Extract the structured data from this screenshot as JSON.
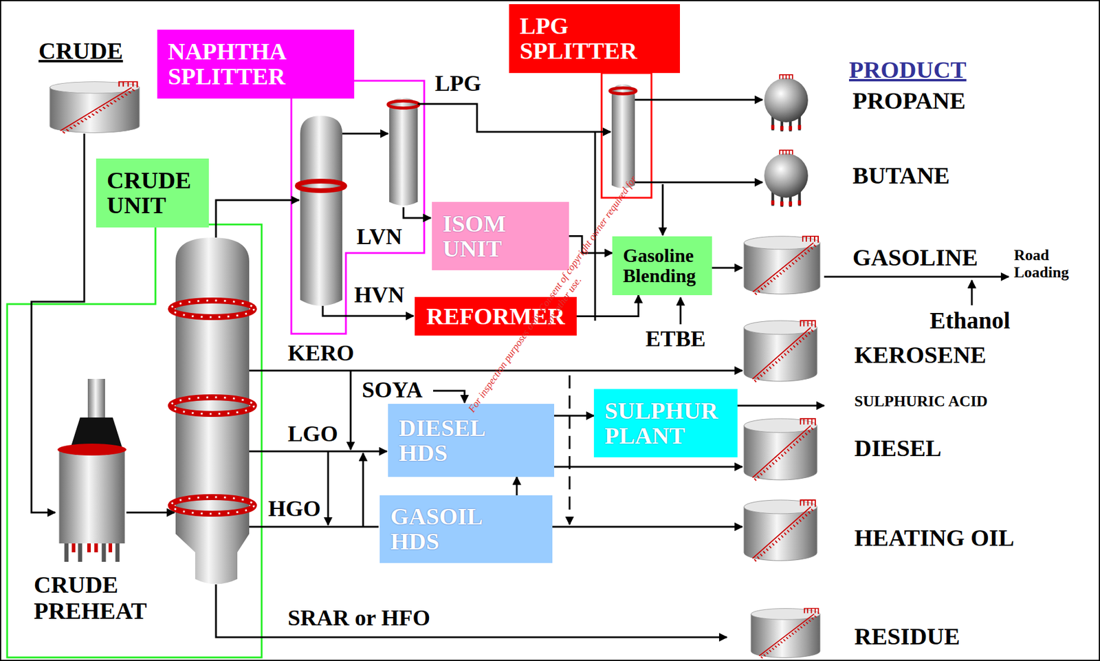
{
  "diagram": {
    "nodes": [
      {
        "text": [
          "NAPHTHA SPLITTER"
        ]
      },
      {
        "text": [
          "LPG SPLITTER"
        ]
      },
      {
        "text": [
          "CRUDE UNIT"
        ]
      },
      {
        "text": [
          "ISOM UNIT"
        ]
      },
      {
        "text": [
          "Gasoline Blending"
        ]
      },
      {
        "text": [
          "REFORMER"
        ]
      },
      {
        "text": [
          "DIESEL HDS"
        ]
      },
      {
        "text": [
          "SULPHUR PLANT"
        ]
      },
      {
        "text": [
          "GASOIL HDS"
        ]
      }
    ],
    "edges": [
      {
        "from": 3,
        "to": 4,
        "arrow": "to"
      },
      {
        "from": 5,
        "to": 4,
        "arrow": "to"
      },
      {
        "from": 8,
        "to": 6,
        "arrow": "to"
      },
      {
        "from": 6,
        "to": 7,
        "arrow": "to"
      }
    ],
    "labels": [
      "CRUDE",
      "PRODUCT",
      "PROPANE",
      "LPG",
      "BUTANE",
      "LVN",
      "GASOLINE",
      "Road Loading",
      "HVN",
      "Ethanol",
      "KERO",
      "ETBE",
      "KEROSENE",
      "SOYA",
      "SULPHURIC ACID",
      "LGO",
      "DIESEL",
      "HGO",
      "HEATING OIL",
      "CRUDE PREHEAT",
      "SRAR or HFO",
      "RESIDUE",
      "For inspection purposes only. Consent of copyright owner required for any other use."
    ]
  }
}
